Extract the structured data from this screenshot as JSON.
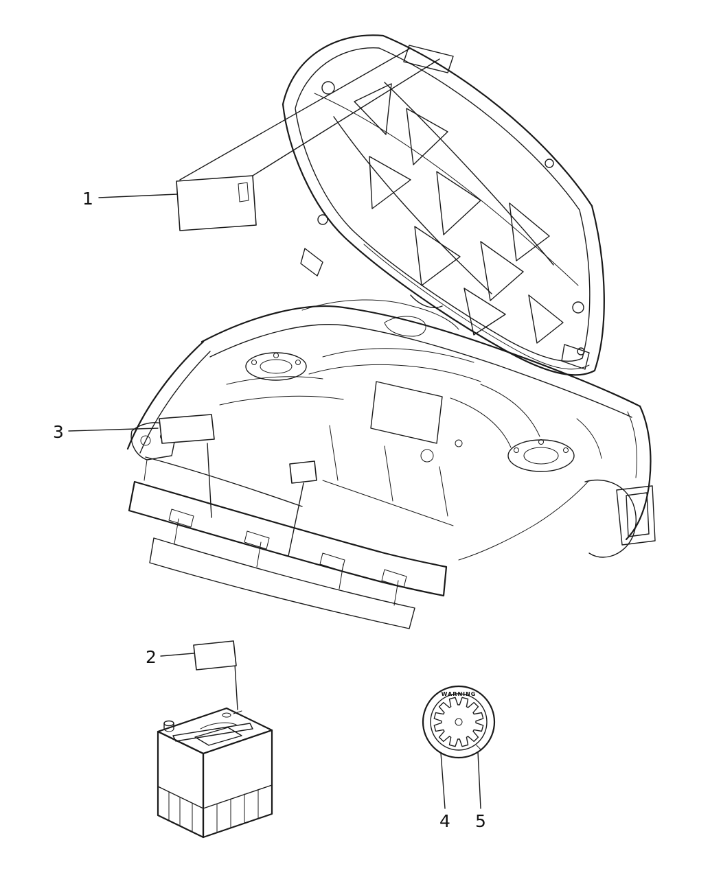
{
  "colors": {
    "line": "#1a1a1a",
    "background": "#ffffff"
  },
  "callouts": {
    "c1": "1",
    "c2": "2",
    "c3": "3",
    "c4": "4",
    "c5": "5"
  },
  "warning_label": {
    "text": "WARNING"
  }
}
